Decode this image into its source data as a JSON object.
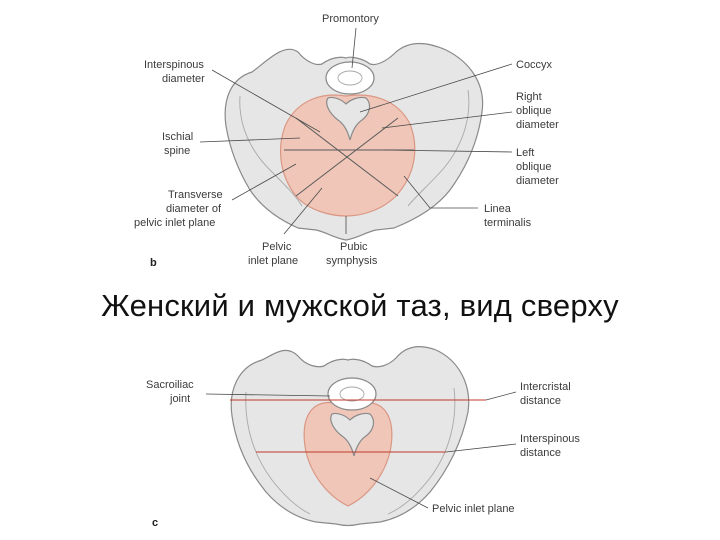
{
  "slide": {
    "title": "Женский и мужской таз, вид сверху"
  },
  "figure_b": {
    "panel_letter": "b",
    "labels": {
      "promontory": "Promontory",
      "interspinous_1": "Interspinous",
      "interspinous_2": "diameter",
      "ischial_1": "Ischial",
      "ischial_2": "spine",
      "transverse_1": "Transverse",
      "transverse_2": "diameter of",
      "transverse_3": "pelvic inlet plane",
      "pelvic_inlet_1": "Pelvic",
      "pelvic_inlet_2": "inlet plane",
      "pubic_1": "Pubic",
      "pubic_2": "symphysis",
      "coccyx": "Coccyx",
      "right_oblique_1": "Right",
      "right_oblique_2": "oblique",
      "right_oblique_3": "diameter",
      "left_oblique_1": "Left",
      "left_oblique_2": "oblique",
      "left_oblique_3": "diameter",
      "linea_1": "Linea",
      "linea_2": "terminalis"
    }
  },
  "figure_c": {
    "panel_letter": "c",
    "labels": {
      "sacroiliac_1": "Sacroiliac",
      "sacroiliac_2": "joint",
      "intercristal_1": "Intercristal",
      "intercristal_2": "distance",
      "interspinous_1": "Interspinous",
      "interspinous_2": "distance",
      "pelvic_inlet": "Pelvic inlet plane"
    }
  },
  "colors": {
    "inlet_fill": "#f1c3b4",
    "bone_fill": "#e6e6e6",
    "diameter_line": "#c0392b"
  }
}
